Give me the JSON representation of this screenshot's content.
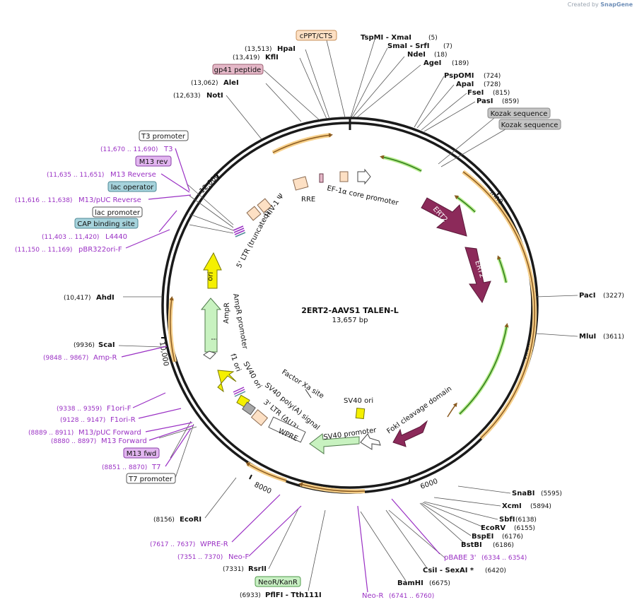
{
  "credit": {
    "prefix": "Created by",
    "brand": "SnapGene"
  },
  "plasmid": {
    "name": "2ERT2-AAVS1 TALEN-L",
    "size": "13,657 bp"
  },
  "ruler": [
    "2000",
    "4000",
    "6000",
    "8000",
    "10,000",
    "12,000"
  ],
  "sites": [
    {
      "name": "TspMI  - XmaI",
      "pos": "(5)"
    },
    {
      "name": "SmaI  - SrfI",
      "pos": "(7)"
    },
    {
      "name": "NdeI",
      "pos": "(18)"
    },
    {
      "name": "AgeI",
      "pos": "(189)"
    },
    {
      "name": "PspOMI",
      "pos": "(724)"
    },
    {
      "name": "ApaI",
      "pos": "(728)"
    },
    {
      "name": "FseI",
      "pos": "(815)"
    },
    {
      "name": "PasI",
      "pos": "(859)"
    },
    {
      "name": "PacI",
      "pos": "(3227)"
    },
    {
      "name": "MluI",
      "pos": "(3611)"
    },
    {
      "name": "SnaBI",
      "pos": "(5595)"
    },
    {
      "name": "XcmI",
      "pos": "(5894)"
    },
    {
      "name": "SbfI",
      "pos": "(6138)"
    },
    {
      "name": "EcoRV",
      "pos": "(6155)"
    },
    {
      "name": "BspEI",
      "pos": "(6176)"
    },
    {
      "name": "BstBI",
      "pos": "(6186)"
    },
    {
      "name": "CsiI  - SexAI *",
      "pos": "(6420)"
    },
    {
      "name": "BamHI",
      "pos": "(6675)"
    },
    {
      "name": "PflFI  - Tth111I",
      "pos": "(6933)"
    },
    {
      "name": "RsrII",
      "pos": "(7331)"
    },
    {
      "name": "EcoRI",
      "pos": "(8156)"
    },
    {
      "name": "ScaI",
      "pos": "(9936)"
    },
    {
      "name": "AhdI",
      "pos": "(10,417)"
    },
    {
      "name": "NotI",
      "pos": "(12,633)"
    },
    {
      "name": "AleI",
      "pos": "(13,062)"
    },
    {
      "name": "KflI",
      "pos": "(13,419)"
    },
    {
      "name": "HpaI",
      "pos": "(13,513)"
    }
  ],
  "primers": [
    {
      "name": "T3",
      "pos": "(11,670 .. 11,690)"
    },
    {
      "name": "M13 Reverse",
      "pos": "(11,635 .. 11,651)"
    },
    {
      "name": "M13/pUC Reverse",
      "pos": "(11,616 .. 11,638)"
    },
    {
      "name": "L4440",
      "pos": "(11,403 .. 11,420)"
    },
    {
      "name": "pBR322ori-F",
      "pos": "(11,150 .. 11,169)"
    },
    {
      "name": "Amp-R",
      "pos": "(9848 .. 9867)"
    },
    {
      "name": "F1ori-F",
      "pos": "(9338 .. 9359)"
    },
    {
      "name": "F1ori-R",
      "pos": "(9128 .. 9147)"
    },
    {
      "name": "M13/pUC Forward",
      "pos": "(8889 .. 8911)"
    },
    {
      "name": "M13 Forward",
      "pos": "(8880 .. 8897)"
    },
    {
      "name": "T7",
      "pos": "(8851 .. 8870)"
    },
    {
      "name": "WPRE-R",
      "pos": "(7617 .. 7637)"
    },
    {
      "name": "Neo-F",
      "pos": "(7351 .. 7370)"
    },
    {
      "name": "Neo-R",
      "pos": "(6741 .. 6760)"
    },
    {
      "name": "pBABE 3'",
      "pos": "(6334 .. 6354)"
    }
  ],
  "boxes": [
    {
      "text": "cPPT/CTS",
      "fill": "#fde0c4",
      "stroke": "#c8905a"
    },
    {
      "text": "gp41 peptide",
      "fill": "#e5b8c8",
      "stroke": "#9a6070"
    },
    {
      "text": "Kozak sequence",
      "fill": "#c4c4c4",
      "stroke": "#8a8a8a"
    },
    {
      "text": "Kozak sequence",
      "fill": "#c4c4c4",
      "stroke": "#8a8a8a"
    },
    {
      "text": "T3 promoter",
      "fill": "#ffffff",
      "stroke": "#555555"
    },
    {
      "text": "M13 rev",
      "fill": "#e2b6f0",
      "stroke": "#8a40a8"
    },
    {
      "text": "lac operator",
      "fill": "#a6d3dc",
      "stroke": "#4f8a96"
    },
    {
      "text": "lac promoter",
      "fill": "#ffffff",
      "stroke": "#555555"
    },
    {
      "text": "CAP binding site",
      "fill": "#a6d3dc",
      "stroke": "#4f8a96"
    },
    {
      "text": "M13 fwd",
      "fill": "#e2b6f0",
      "stroke": "#8a40a8"
    },
    {
      "text": "T7 promoter",
      "fill": "#ffffff",
      "stroke": "#555555"
    },
    {
      "text": "NeoR/KanR",
      "fill": "#c9f0c4",
      "stroke": "#4f9a4a"
    }
  ],
  "features": {
    "ert2_a": "ERT2",
    "ert2_b": "ERT2",
    "rre": "RRE",
    "ef1a": "EF-1α core promoter",
    "hiv": "HIV-1 Ψ",
    "ltr5": "5' LTR (truncated)",
    "ori": "ori",
    "ampr": "AmpR",
    "ampr_promoter": "AmpR promoter",
    "f1ori": "f1 ori",
    "sv40ori_left": "SV40 ori",
    "factor_xa": "Factor Xa site",
    "sv40ori_right": "SV40 ori",
    "sv40_polya": "SV40 poly(A) signal",
    "ltr3": "3' LTR (ΔU3)",
    "wpre": "WPRE",
    "sv40_promoter": "SV40 promoter",
    "foki": "FokI cleavage domain"
  },
  "colors": {
    "backbone": "#1a1a1a",
    "ert2": "#8c2a5a",
    "ori": "#f5f000",
    "ampr": "#c8f2c0",
    "orange_arc": "#f0b050",
    "green_arc": "#7cd24a",
    "primer": "#9a30c4",
    "orf_arrow": "#8a5a20"
  }
}
